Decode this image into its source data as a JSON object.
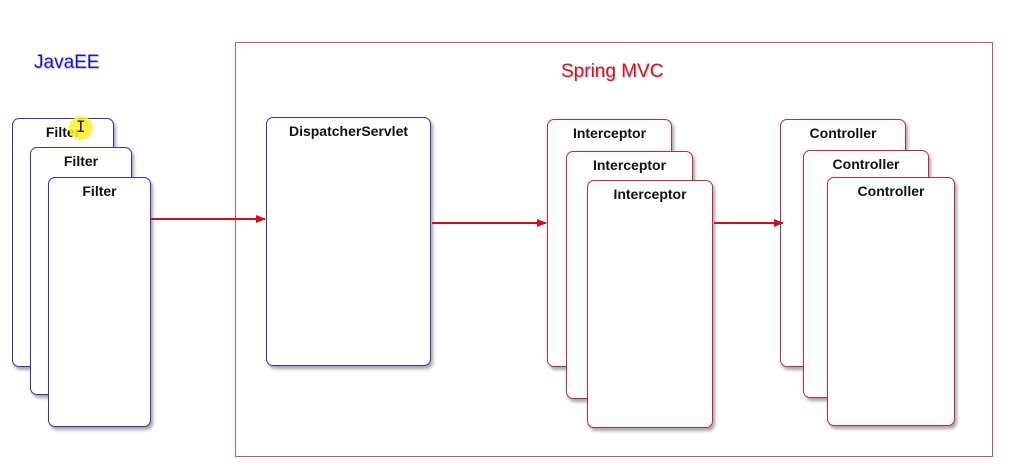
{
  "titles": {
    "javaee": "JavaEE",
    "springmvc": "Spring MVC"
  },
  "filters": [
    "Filter",
    "Filter",
    "Filter"
  ],
  "dispatcher": "DispatcherServlet",
  "interceptors": [
    "Interceptor",
    "Interceptor",
    "Interceptor"
  ],
  "controllers": [
    "Controller",
    "Controller",
    "Controller"
  ],
  "colors": {
    "javaee_title": "#1a1acc",
    "spring_title": "#d0142a",
    "blue_border": "#3a30b8",
    "red_border": "#c8283e",
    "arrow": "#cc1020"
  }
}
